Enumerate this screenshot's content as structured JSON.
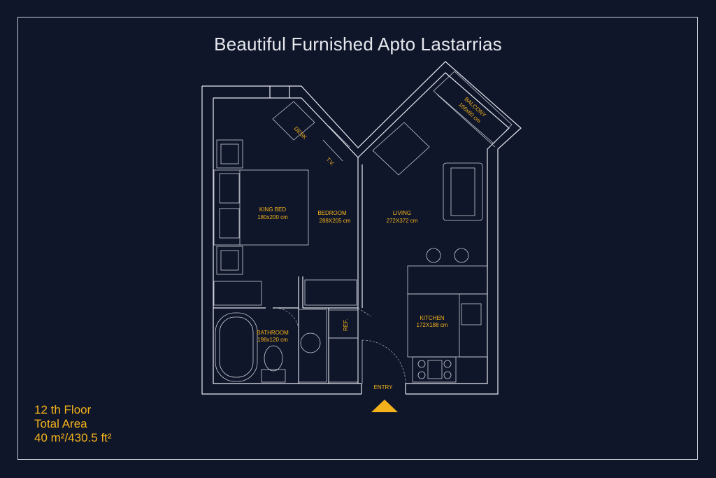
{
  "title": "Beautiful Furnished Apto Lastarrias",
  "info": {
    "floor": "12 th Floor",
    "area_label": "Total Area",
    "area_value": "40 m²/430.5 ft²"
  },
  "rooms": {
    "desk": "DESK",
    "tv": "T.V.",
    "balcony_name": "BALCONY",
    "balcony_size": "166x60 cm",
    "bed_name": "KING BED",
    "bed_size": "180x200 cm",
    "bedroom_name": "BEDROOM",
    "bedroom_size": "288X205 cm",
    "living_name": "LIVING",
    "living_size": "272X372 cm",
    "kitchen_name": "KITCHEN",
    "kitchen_size": "172X188 cm",
    "bathroom_name": "BATHROOM",
    "bathroom_size": "198x120 cm",
    "ref": "REF.",
    "entry": "ENTRY"
  },
  "colors": {
    "background": "#10162a",
    "lines": "#e8eaf0",
    "labels": "#f3b21b"
  }
}
